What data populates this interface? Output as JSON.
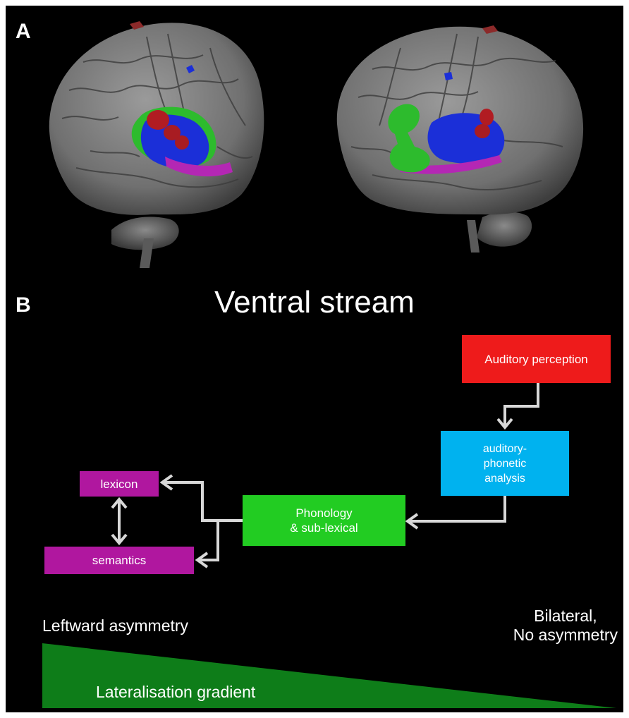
{
  "panels": {
    "a_label": "A",
    "b_label": "B"
  },
  "title": "Ventral stream",
  "diagram": {
    "auditory_perception": "Auditory perception",
    "auditory_phonetic": "auditory-\nphonetic\nanalysis",
    "phonology": "Phonology\n& sub-lexical",
    "lexicon": "lexicon",
    "semantics": "semantics"
  },
  "gradient": {
    "left_label": "Leftward asymmetry",
    "right_label": "Bilateral,\nNo asymmetry",
    "label": "Lateralisation gradient"
  },
  "colors": {
    "background": "#000000",
    "auditory_box": "#ee1b1b",
    "phonetic_box": "#00b2ef",
    "phonology_box": "#22cc22",
    "lexical_boxes": "#b0179f",
    "arrows": "#d8d8d8",
    "gradient_fill": "#0e7d19"
  },
  "brain_regions": [
    "green-region",
    "blue-region",
    "red-region",
    "purple-region"
  ]
}
